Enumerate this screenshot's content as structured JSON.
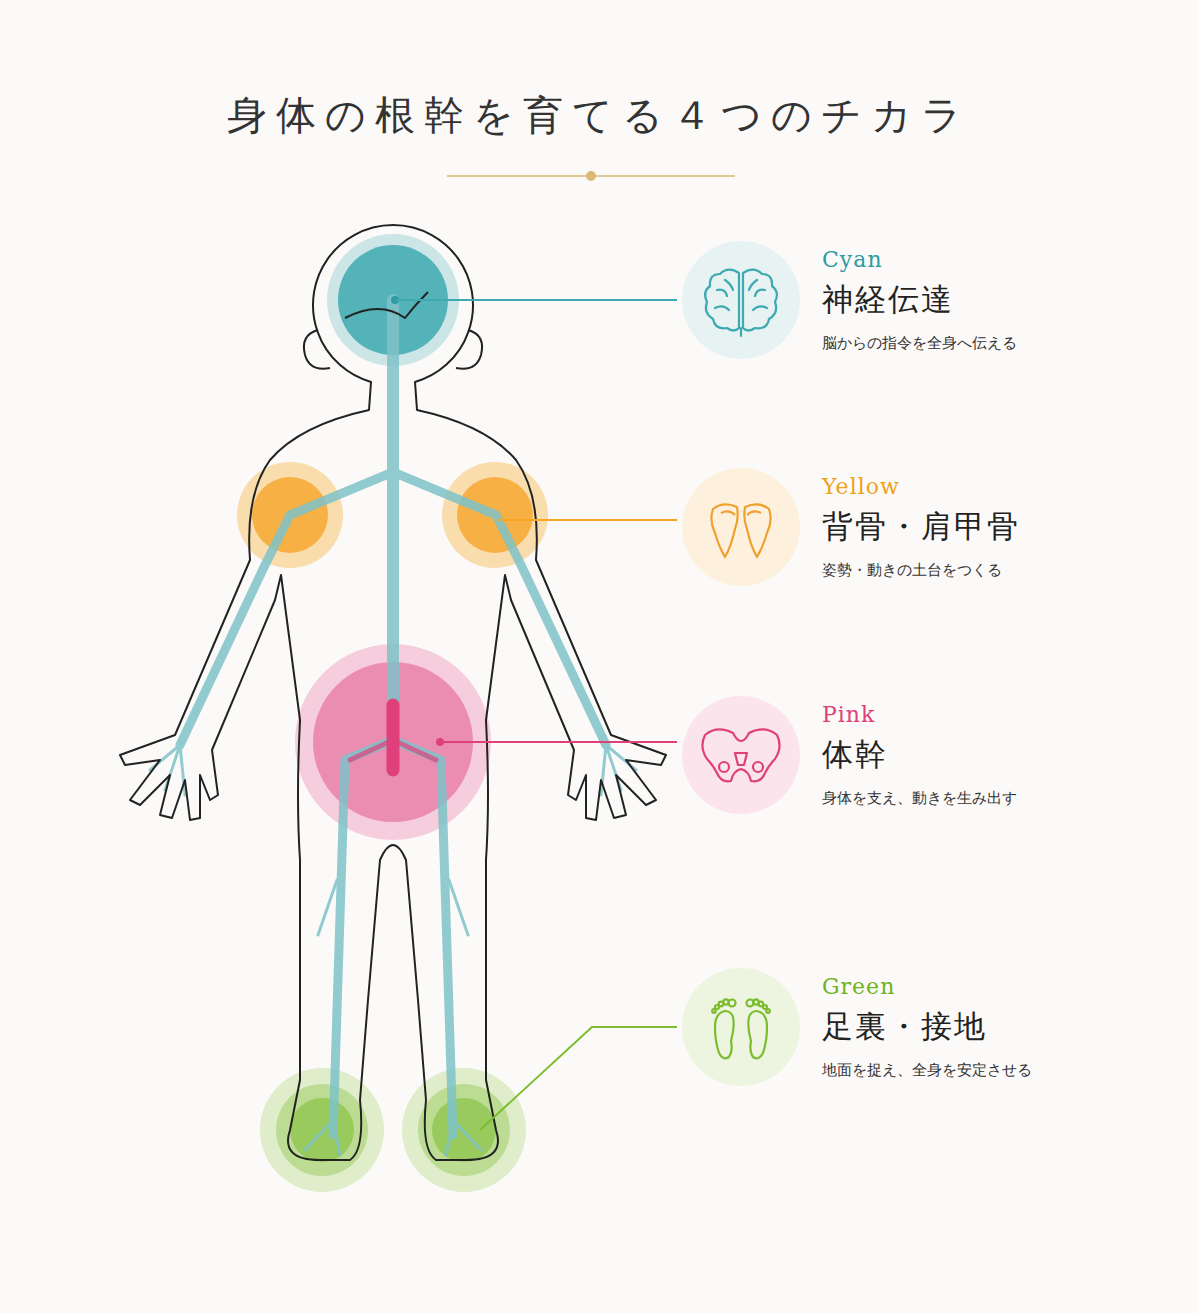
{
  "diagram": {
    "title": "身体の根幹を育てる４つのチカラ",
    "nodes": [
      {
        "text": [
          "Cyan",
          "神経伝達",
          "脳からの指令を全身へ伝える"
        ]
      },
      {
        "text": [
          "Yellow",
          "背骨・肩甲骨",
          "姿勢・動きの土台をつくる"
        ]
      },
      {
        "text": [
          "Pink",
          "体幹",
          "身体を支え、動きを生み出す"
        ]
      },
      {
        "text": [
          "Green",
          "足裏・接地",
          "地面を捉え、全身を安定させる"
        ]
      }
    ]
  }
}
